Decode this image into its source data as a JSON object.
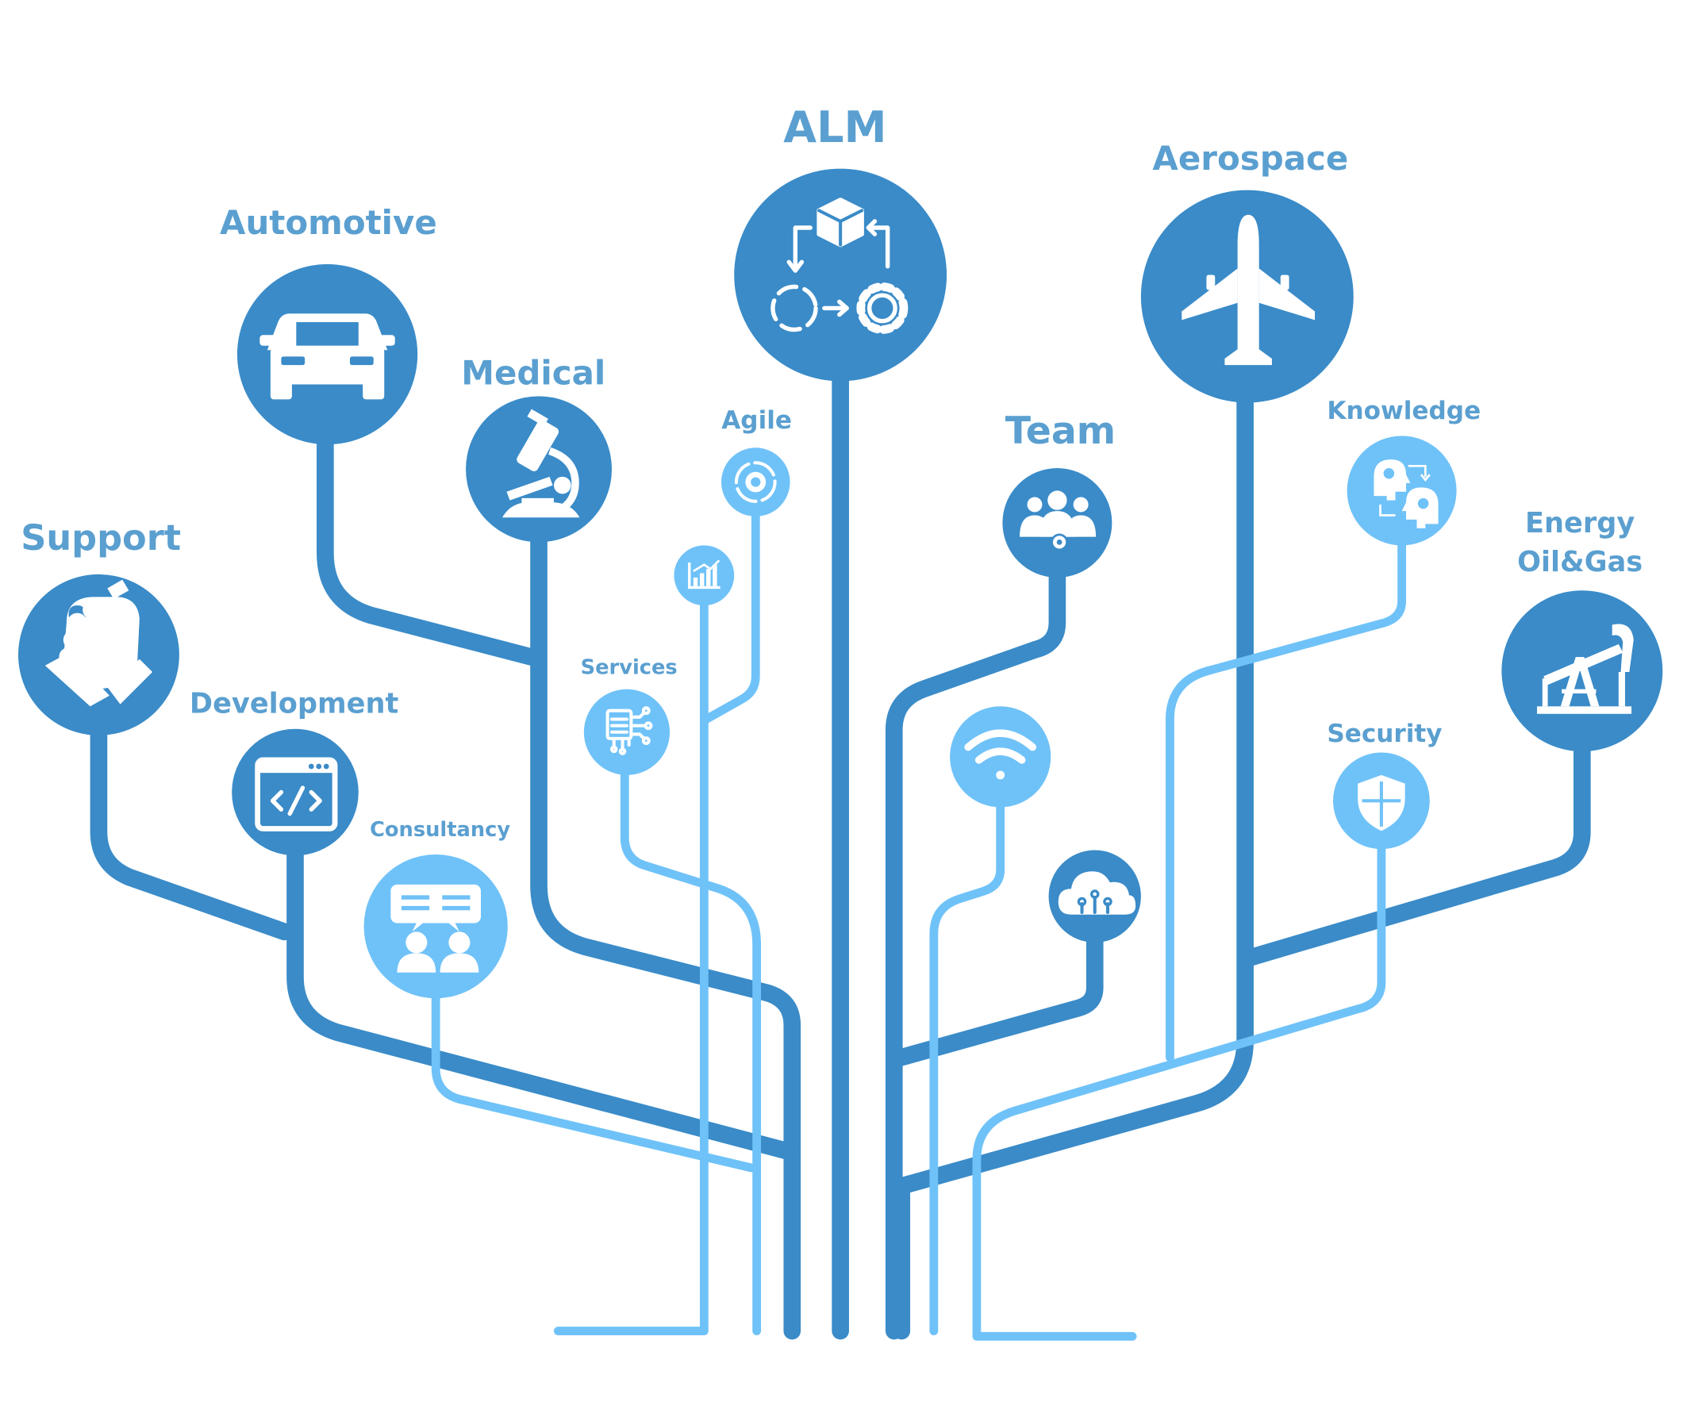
{
  "colors": {
    "dark": "#3A8BC8",
    "light": "#6FC2F8",
    "label": "#5A9FD0",
    "icon": "#ffffff"
  },
  "nodes": {
    "alm": "ALM",
    "aerospace": "Aerospace",
    "automotive": "Automotive",
    "medical": "Medical",
    "agile": "Agile",
    "team": "Team",
    "knowledge": "Knowledge",
    "energy_line1": "Energy",
    "energy_line2": "Oil&Gas",
    "support": "Support",
    "development": "Development",
    "services": "Services",
    "consultancy": "Consultancy",
    "security": "Security"
  }
}
